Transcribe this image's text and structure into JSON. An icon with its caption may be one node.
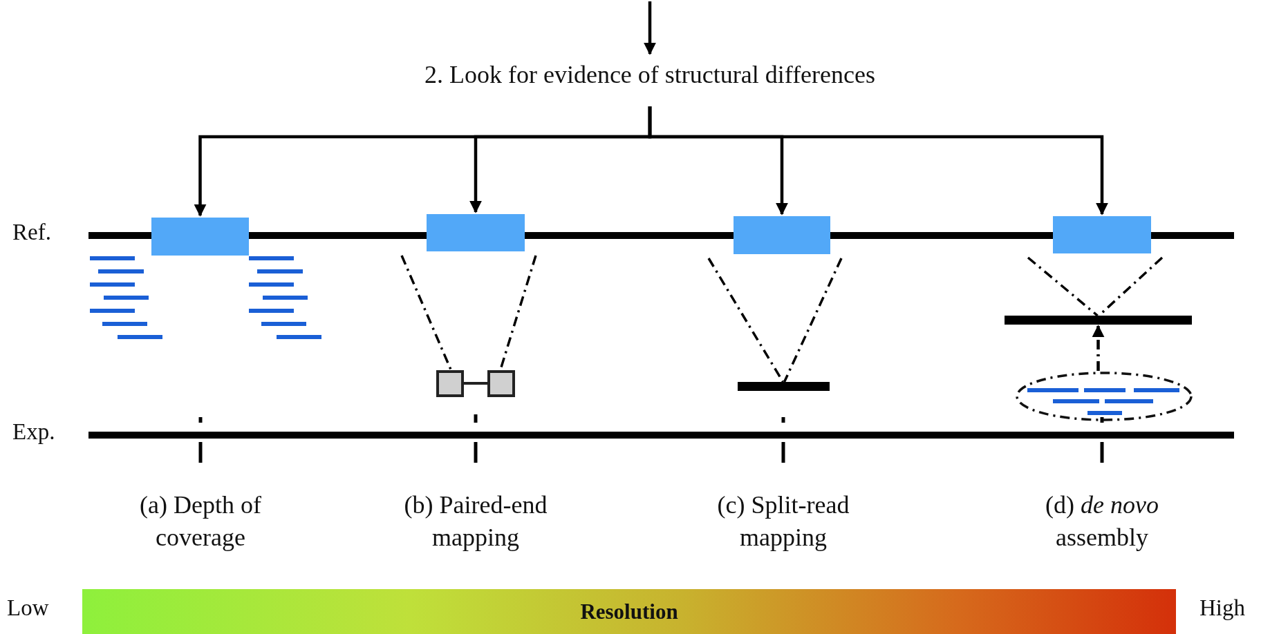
{
  "diagram": {
    "nodes": [
      {
        "text": [
          "2. Look for evidence of structural differences"
        ]
      },
      {
        "text": [
          "(a) Depth of coverage"
        ]
      },
      {
        "text": [
          "(b) Paired-end mapping"
        ]
      },
      {
        "text": [
          "(c) Split-read mapping"
        ]
      },
      {
        "text": [
          "(d) *de novo* assembly"
        ]
      },
      {
        "text": [],
        "shape": "box"
      },
      {
        "text": [],
        "shape": "box"
      },
      {
        "text": [],
        "shape": "box"
      },
      {
        "text": [],
        "shape": "box"
      },
      {
        "text": [
          "Resolution"
        ]
      },
      {
        "text": [],
        "shape": "picture"
      },
      {
        "text": [],
        "shape": "bar"
      },
      {
        "text": [],
        "shape": "bar"
      },
      {
        "text": [],
        "shape": "ellipse"
      }
    ],
    "edges": [
      {
        "from": null,
        "to": 0,
        "arrow": "to"
      },
      {
        "from": 0,
        "to": 5,
        "arrow": "to"
      },
      {
        "from": 0,
        "to": 6,
        "arrow": "to"
      },
      {
        "from": 0,
        "to": 7,
        "arrow": "to"
      },
      {
        "from": 0,
        "to": 8,
        "arrow": "to"
      },
      {
        "from": 6,
        "to": 10,
        "arrow": "none",
        "style": "dashed"
      },
      {
        "from": 6,
        "to": 10,
        "arrow": "none",
        "style": "dashed"
      },
      {
        "from": 7,
        "to": 11,
        "arrow": "none",
        "style": "dashed"
      },
      {
        "from": 7,
        "to": 11,
        "arrow": "none",
        "style": "dashed"
      },
      {
        "from": 8,
        "to": 12,
        "arrow": "none",
        "style": "dashed"
      },
      {
        "from": 8,
        "to": 12,
        "arrow": "none",
        "style": "dashed"
      },
      {
        "from": 13,
        "to": 12,
        "arrow": "to",
        "style": "dashed"
      }
    ],
    "labels": [
      "Ref.",
      "Exp.",
      "Low",
      "High"
    ]
  }
}
